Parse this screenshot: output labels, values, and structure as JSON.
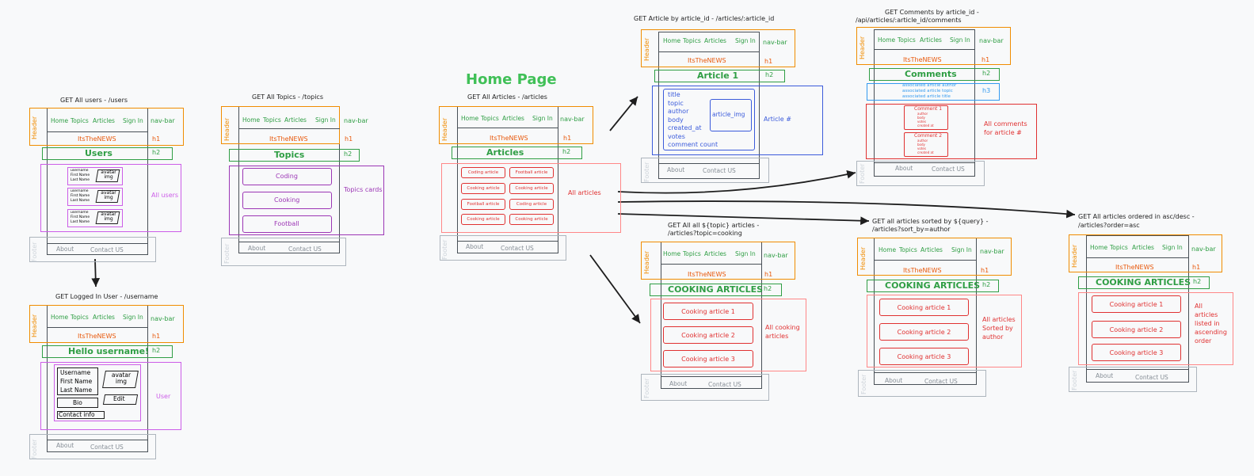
{
  "page_title": "Home Page",
  "nav": {
    "home": "Home",
    "topics": "Topics",
    "articles": "Articles",
    "sign_in": "Sign In",
    "nav_label": "nav-bar"
  },
  "tags": {
    "header": "Header",
    "footer": "Footer",
    "h1": "h1",
    "h2": "h2",
    "h3": "h3"
  },
  "site_name": "ItsTheNEWS",
  "footer": {
    "about": "About",
    "contact": "Contact US"
  },
  "colors": {
    "header": "#f08c00",
    "title": "#2f9e44",
    "h1": "#e8590c",
    "cards": "#e03131",
    "topics": "#ae3ec9",
    "article": "#3b5bdb",
    "h3": "#339af0",
    "comments": "#e03131",
    "user": "#cc5de8",
    "footer": "#adb5bd"
  },
  "users_view": {
    "route": "GET All users - /users",
    "h2": "Users",
    "user_lines": [
      "username",
      "First Name",
      "Last Name"
    ],
    "avatar": "avatar img",
    "section_label": "All users"
  },
  "logged_in_view": {
    "route": "GET Logged In User - /username",
    "h2": "Hello username!",
    "fields": [
      "Username",
      "First Name",
      "Last Name"
    ],
    "avatar": "avatar img",
    "bio": "Bio",
    "edit": "Edit",
    "contact_info": "Contact info",
    "section_label": "User"
  },
  "topics_view": {
    "route": "GET All Topics - /topics",
    "h2": "Topics",
    "cards": [
      "Coding",
      "Cooking",
      "Football"
    ],
    "section_label": "Topics cards"
  },
  "home_view": {
    "route": "GET All Articles - /articles",
    "h2": "Articles",
    "cards": [
      "Coding article",
      "Football article",
      "Cooking article",
      "Cooking article",
      "Football article",
      "Coding article",
      "Cooking article",
      "Cooking article"
    ],
    "section_label": "All articles"
  },
  "article_view": {
    "route": "GET Article by article_id - /articles/:article_id",
    "h2": "Article 1",
    "fields": [
      "title",
      "topic",
      "author",
      "body",
      "created_at",
      "votes",
      "comment count"
    ],
    "img": "article_img",
    "section_label": "Article #"
  },
  "comments_view": {
    "route_line1": "GET Comments by article_id -",
    "route_line2": "/api/articles/:article_id/comments",
    "h2": "Comments",
    "h3_lines": [
      "associated article author",
      "associated article topic",
      "associated article title"
    ],
    "comments": [
      {
        "title": "Comment 1",
        "lines": [
          "author",
          "body",
          "votes",
          "created at"
        ]
      },
      {
        "title": "Comment 2",
        "lines": [
          "author",
          "body",
          "votes",
          "created at"
        ]
      }
    ],
    "section_label_line1": "All comments",
    "section_label_line2": "for article #"
  },
  "topic_view": {
    "route_line1": "GET  All all ${topic} articles -",
    "route_line2": "/articles?topic=cooking",
    "h2": "COOKING ARTICLES",
    "cards": [
      "Cooking article 1",
      "Cooking article 2",
      "Cooking article 3"
    ],
    "section_label_line1": "All cooking",
    "section_label_line2": "articles"
  },
  "sorted_view": {
    "route_line1": "GET  all articles sorted by ${query} -",
    "route_line2": "/articles?sort_by=author",
    "h2": "COOKING ARTICLES",
    "cards": [
      "Cooking article 1",
      "Cooking article 2",
      "Cooking article 3"
    ],
    "section_label_lines": [
      "All articles",
      "Sorted by",
      "author"
    ]
  },
  "ordered_view": {
    "route_line1": "GET All articles ordered in asc/desc -",
    "route_line2": "/articles?order=asc",
    "h2": "COOKING ARTICLES",
    "cards": [
      "Cooking article 1",
      "Cooking article 2",
      "Cooking article 3"
    ],
    "section_label_lines": [
      "All",
      "articles",
      "listed in",
      "ascending",
      "order"
    ]
  }
}
